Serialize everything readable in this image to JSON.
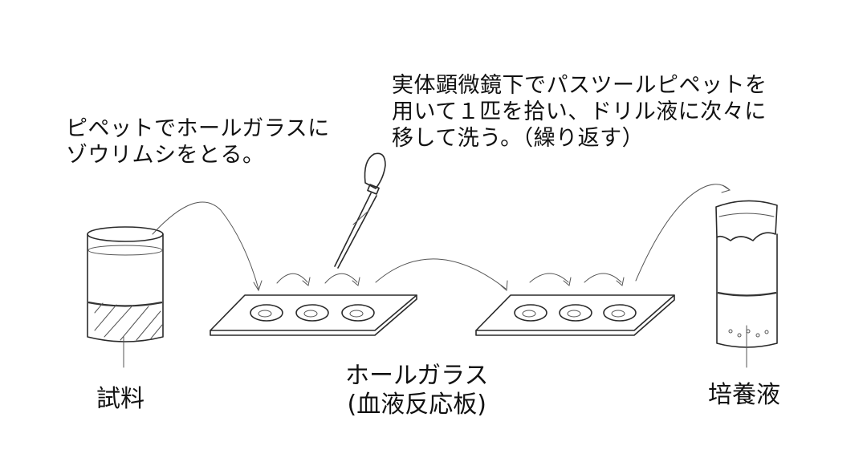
{
  "annotations": {
    "pipette_note": [
      "ピペットでホールガラスに",
      "ゾウリムシをとる。"
    ],
    "microscope_note": [
      "実体顕微鏡下でパスツールピペットを",
      "用いて１匹を拾い、ドリル液に次々に",
      "移して洗う。（繰り返す）"
    ]
  },
  "labels": {
    "sample": "試料",
    "hole_glass": "ホールガラス",
    "hole_glass_sub": "(血液反応板)",
    "culture_medium": "培養液"
  },
  "icons": {
    "sample_container": "beaker-icon",
    "dropper": "pipette-icon",
    "plate": "hole-glass-plate-icon",
    "culture_container": "culture-tube-icon"
  },
  "colors": {
    "ink": "#2a2a2a",
    "background": "#ffffff"
  }
}
